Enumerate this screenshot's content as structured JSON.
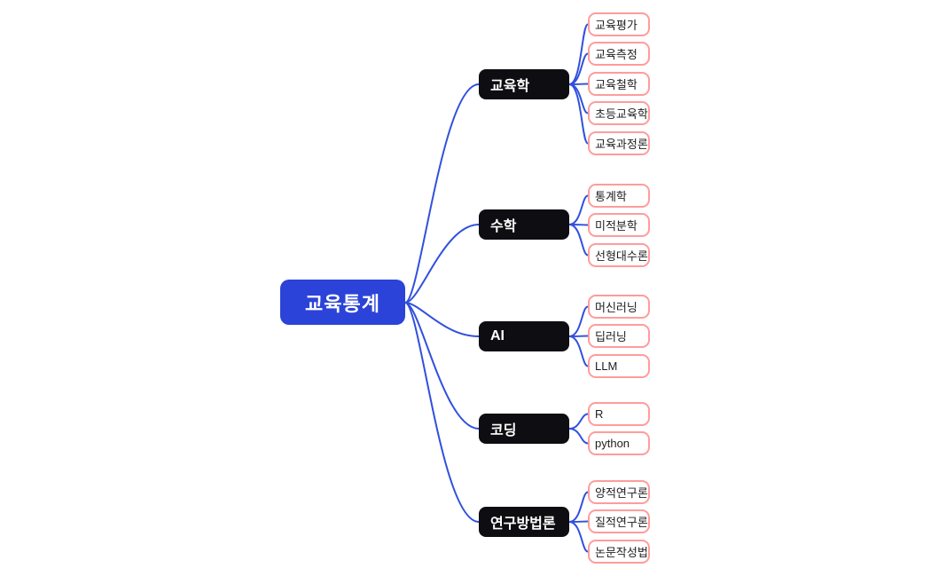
{
  "palette": {
    "root_fill": "#2b43d8",
    "root_text": "#ffffff",
    "branch_fill": "#0e0e12",
    "branch_text": "#ffffff",
    "leaf_fill": "#ffffff",
    "leaf_border": "#ff9c9c",
    "leaf_text": "#1e1e1e",
    "edge": "#3150dd",
    "background": "#ffffff"
  },
  "mindmap": {
    "root": {
      "label": "교육통계"
    },
    "branches": [
      {
        "label": "교육학",
        "children": [
          "교육평가",
          "교육측정",
          "교육철학",
          "초등교육학",
          "교육과정론"
        ]
      },
      {
        "label": "수학",
        "children": [
          "통계학",
          "미적분학",
          "선형대수론"
        ]
      },
      {
        "label": "AI",
        "children": [
          "머신러닝",
          "딥러닝",
          "LLM"
        ]
      },
      {
        "label": "코딩",
        "children": [
          "R",
          "python"
        ]
      },
      {
        "label": "연구방법론",
        "children": [
          "양적연구론",
          "질적연구론",
          "논문작성법"
        ]
      }
    ]
  }
}
